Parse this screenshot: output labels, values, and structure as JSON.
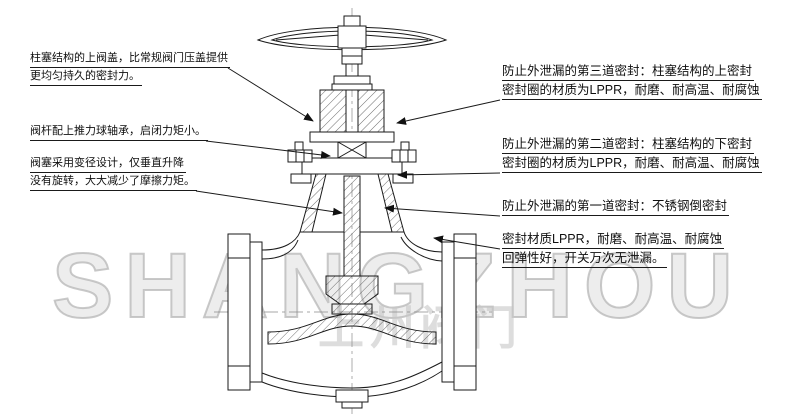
{
  "figure": {
    "name": "globe-valve-cutaway-diagram",
    "background": "#ffffff",
    "line_color": "#1a1a1a"
  },
  "watermark": {
    "latin": "SHANGZHOU",
    "cn": "上州阀门"
  },
  "annotations": {
    "left": [
      {
        "lines": [
          "柱塞结构的上阀盖，比常规阀门压盖提供",
          "更均匀持久的密封力。"
        ]
      },
      {
        "lines": [
          "阀杆配上推力球轴承，启闭力矩小。"
        ]
      },
      {
        "lines": [
          "阀塞采用变径设计，仅垂直升降",
          "没有旋转，大大减少了摩擦力矩。"
        ]
      }
    ],
    "right": [
      {
        "lines": [
          "防止外泄漏的第三道密封：柱塞结构的上密封",
          "密封圈的材质为LPPR，耐磨、耐高温、耐腐蚀"
        ]
      },
      {
        "lines": [
          "防止外泄漏的第二道密封：柱塞结构的下密封",
          "密封圈的材质为LPPR，耐磨、耐高温、耐腐蚀"
        ]
      },
      {
        "lines": [
          "防止外泄漏的第一道密封：不锈钢倒密封"
        ]
      },
      {
        "lines": [
          "密封材质LPPR，耐磨、耐高温、耐腐蚀",
          "回弹性好，开关万次无泄漏。"
        ]
      }
    ]
  }
}
